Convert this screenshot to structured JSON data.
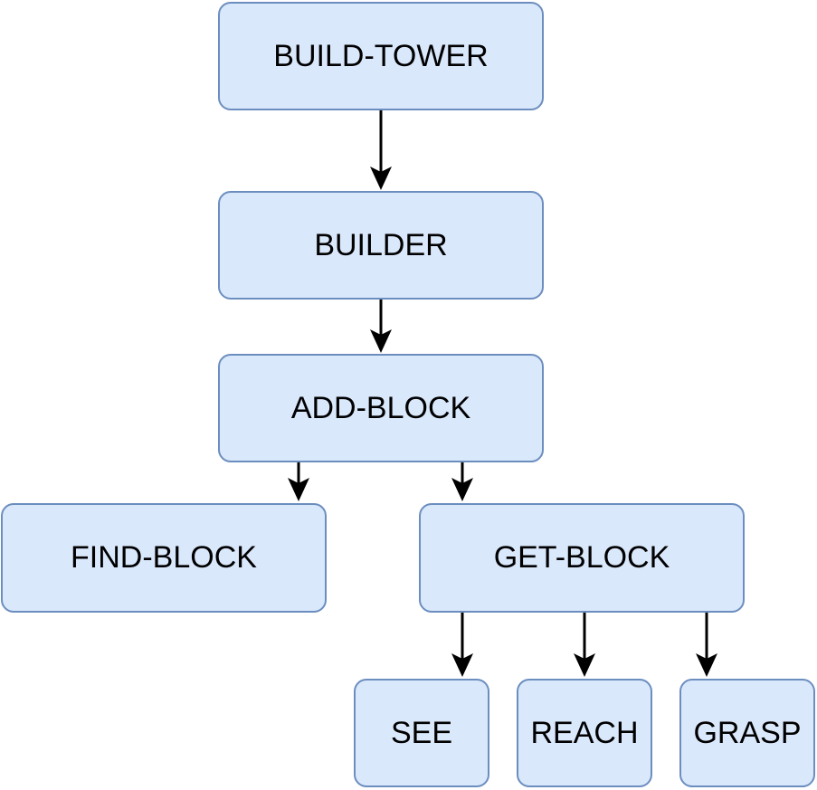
{
  "nodes": {
    "build_tower": "BUILD-TOWER",
    "builder": "BUILDER",
    "add_block": "ADD-BLOCK",
    "find_block": "FIND-BLOCK",
    "get_block": "GET-BLOCK",
    "see": "SEE",
    "reach": "REACH",
    "grasp": "GRASP"
  },
  "edges": [
    {
      "from": "BUILD-TOWER",
      "to": "BUILDER"
    },
    {
      "from": "BUILDER",
      "to": "ADD-BLOCK"
    },
    {
      "from": "ADD-BLOCK",
      "to": "FIND-BLOCK"
    },
    {
      "from": "ADD-BLOCK",
      "to": "GET-BLOCK"
    },
    {
      "from": "GET-BLOCK",
      "to": "SEE"
    },
    {
      "from": "GET-BLOCK",
      "to": "REACH"
    },
    {
      "from": "GET-BLOCK",
      "to": "GRASP"
    }
  ],
  "colors": {
    "node_fill": "#dae8fc",
    "node_border": "#6c8ebf",
    "arrow": "#000000"
  }
}
